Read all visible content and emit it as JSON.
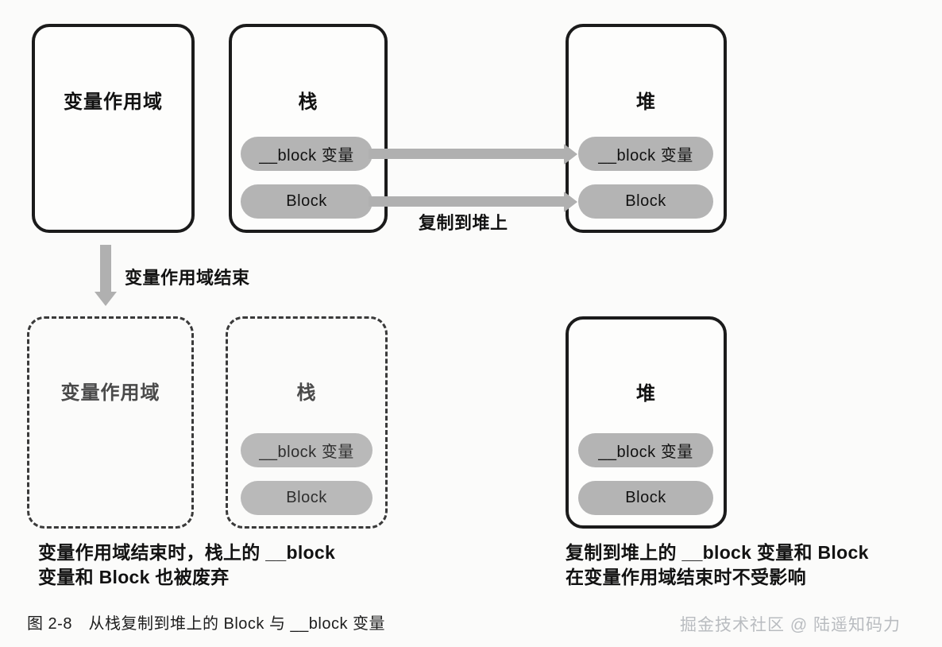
{
  "figure": {
    "caption": "图 2-8　从栈复制到堆上的 Block 与 __block 变量",
    "watermark": "掘金技术社区 @ 陆遥知码力"
  },
  "labels": {
    "copy_to_heap": "复制到堆上",
    "scope_ends": "变量作用域结束"
  },
  "top_row": {
    "scope_box": {
      "title": "变量作用域"
    },
    "stack_box": {
      "title": "栈",
      "items": [
        {
          "label": "__block 变量"
        },
        {
          "label": "Block"
        }
      ]
    },
    "heap_box": {
      "title": "堆",
      "items": [
        {
          "label": "__block 变量"
        },
        {
          "label": "Block"
        }
      ]
    }
  },
  "bottom_row": {
    "scope_box": {
      "title": "变量作用域"
    },
    "stack_box": {
      "title": "栈",
      "items": [
        {
          "label": "__block 变量"
        },
        {
          "label": "Block"
        }
      ]
    },
    "heap_box": {
      "title": "堆",
      "items": [
        {
          "label": "__block 变量"
        },
        {
          "label": "Block"
        }
      ]
    }
  },
  "captions": {
    "left_line1": "变量作用域结束时，栈上的 __block",
    "left_line2": "变量和 Block 也被废弃",
    "right_line1": "复制到堆上的 __block 变量和 Block",
    "right_line2": "在变量作用域结束时不受影响"
  },
  "colors": {
    "border": "#1b1b1b",
    "pill": "#b4b4b4",
    "arrow": "#b0b0b0",
    "watermark": "#b9bcc0"
  }
}
